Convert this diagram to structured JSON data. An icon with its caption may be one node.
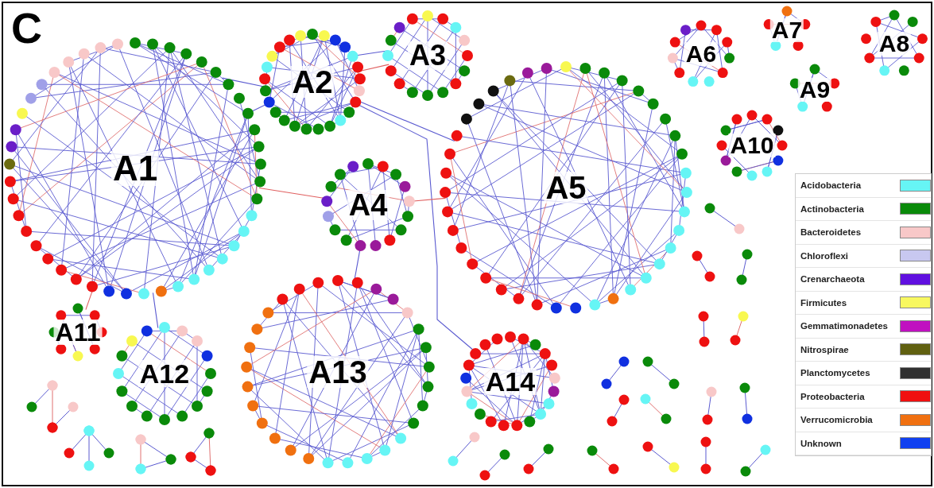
{
  "diagram": {
    "nodes": [
      {
        "text": [
          "A1"
        ]
      },
      {
        "text": [
          "A2"
        ]
      },
      {
        "text": [
          "A3"
        ]
      },
      {
        "text": [
          "A4"
        ]
      },
      {
        "text": [
          "A5"
        ]
      },
      {
        "text": [
          "A6"
        ]
      },
      {
        "text": [
          "A7"
        ]
      },
      {
        "text": [
          "A8"
        ]
      },
      {
        "text": [
          "A9"
        ]
      },
      {
        "text": [
          "A10"
        ]
      },
      {
        "text": [
          "A11"
        ]
      },
      {
        "text": [
          "A12"
        ]
      },
      {
        "text": [
          "A13"
        ]
      },
      {
        "text": [
          "A14"
        ]
      }
    ],
    "edges": [
      {
        "from": 0,
        "to": 1,
        "arrow": "none"
      },
      {
        "from": 0,
        "to": 1,
        "arrow": "none"
      },
      {
        "from": 0,
        "to": 3,
        "arrow": "none",
        "color": "#e06060"
      },
      {
        "from": 1,
        "to": 2,
        "arrow": "none",
        "color": "#e06060"
      },
      {
        "from": 1,
        "to": 2,
        "arrow": "none"
      },
      {
        "from": 1,
        "to": 4,
        "arrow": "none"
      },
      {
        "from": 1,
        "to": 13,
        "arrow": "none"
      },
      {
        "from": 3,
        "to": 4,
        "arrow": "none",
        "color": "#e06060"
      },
      {
        "from": 3,
        "to": 12,
        "arrow": "none"
      },
      {
        "from": 0,
        "to": 11,
        "arrow": "none"
      },
      {
        "from": 0,
        "to": 10,
        "arrow": "none",
        "color": "#e06060"
      }
    ],
    "labels": [
      "C"
    ],
    "legend": [
      {
        "text": "Acidobacteria",
        "color": "#66f5f5"
      },
      {
        "text": "Actinobacteria",
        "color": "#0a8a0a"
      },
      {
        "text": "Bacteroidetes",
        "color": "#f8c8c8"
      },
      {
        "text": "Chloroflexi",
        "color": "#c8c8f0"
      },
      {
        "text": "Crenarchaeota",
        "color": "#6010e0"
      },
      {
        "text": "Firmicutes",
        "color": "#f8f860"
      },
      {
        "text": "Gemmatimonadetes",
        "color": "#c010c0"
      },
      {
        "text": "Nitrospirae",
        "color": "#606010"
      },
      {
        "text": "Planctomycetes",
        "color": "#303030"
      },
      {
        "text": "Proteobacteria",
        "color": "#f01010"
      },
      {
        "text": "Verrucomicrobia",
        "color": "#f07010"
      },
      {
        "text": "Unknown",
        "color": "#1040f0"
      }
    ]
  }
}
